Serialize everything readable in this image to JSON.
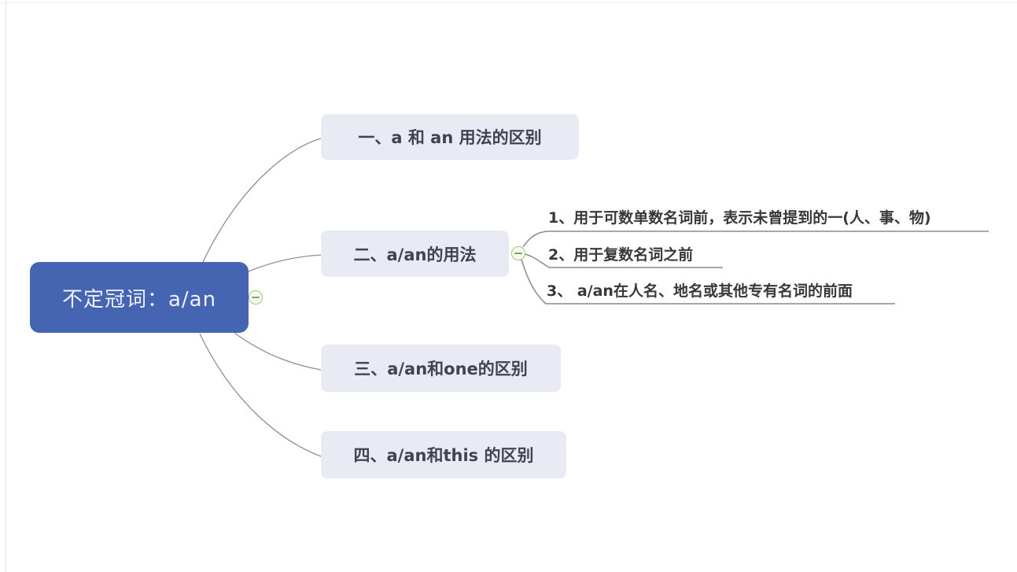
{
  "root": {
    "label": "不定冠词：a/an",
    "bg_color": "#4565b2",
    "text_color": "#eef0fa"
  },
  "branches": [
    {
      "label": "一、a 和 an 用法的区别"
    },
    {
      "label": "二、a/an的用法",
      "collapsed": false,
      "children": [
        {
          "label": "1、用于可数单数名词前，表示未曾提到的一(人、事、物)"
        },
        {
          "label": "2、用于复数名词之前"
        },
        {
          "label": "3、 a/an在人名、地名或其他专有名词的前面"
        }
      ]
    },
    {
      "label": "三、a/an和one的区别"
    },
    {
      "label": "四、a/an和this 的区别"
    }
  ],
  "icons": {
    "root_collapse": "minus",
    "branch2_collapse": "minus"
  },
  "colors": {
    "root_bg": "#4565b2",
    "root_text": "#eef0fa",
    "branch_bg": "#e9ebf4",
    "branch_text": "#3f4450",
    "sub_text": "#383838",
    "connector": "#8f8f8f",
    "collapse_border": "#9ccb75",
    "collapse_fill": "#f6faf0",
    "collapse_minus": "#7aa65a"
  }
}
